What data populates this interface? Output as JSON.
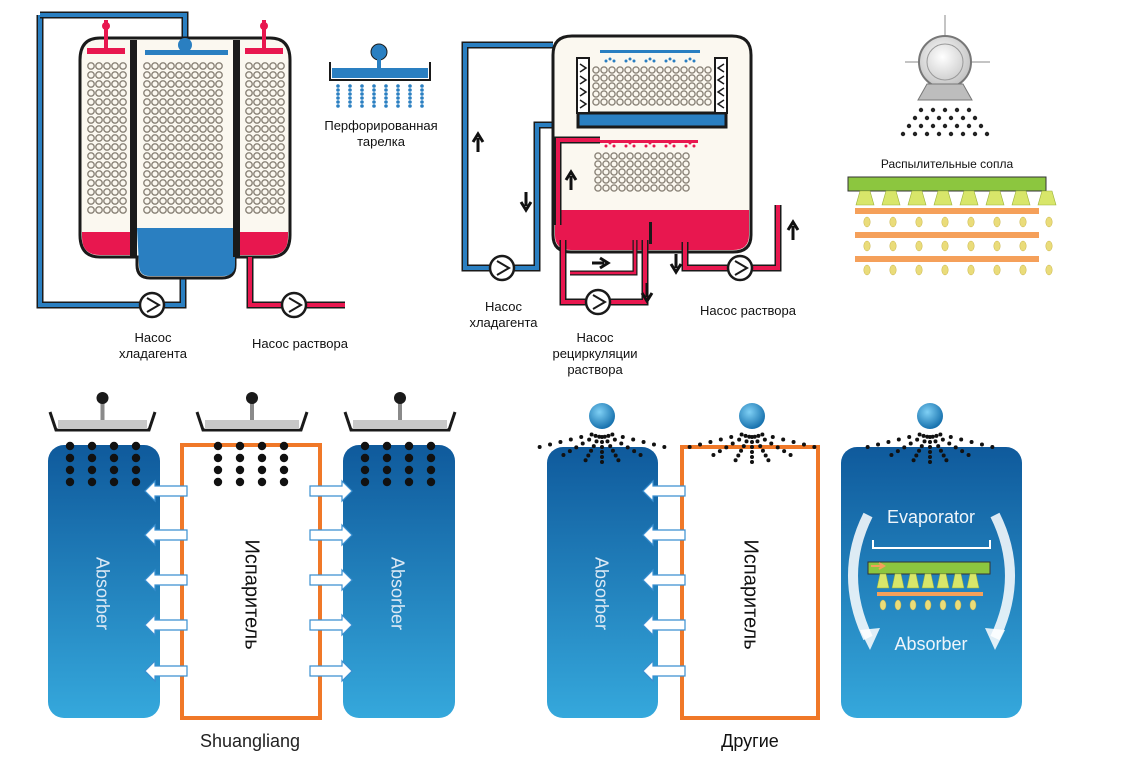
{
  "labels": {
    "perforated_plate": "Перфорированная тарелка",
    "spray_nozzles": "Распылительные сопла",
    "pump_refrigerant_left": "Насос хладагента",
    "pump_solution_left": "Насос раствора",
    "pump_refrigerant_mid": "Насос хладагента",
    "pump_recirculation": "Насос рециркуляции раствора",
    "pump_solution_mid": "Насос раствора",
    "absorber": "Absorber",
    "evaporator_ru": "Испаритель",
    "evaporator_en": "Evaporator",
    "caption_shuangliang": "Shuangliang",
    "caption_others": "Другие"
  },
  "colors": {
    "refrigerant_blue": "#2a7fc1",
    "solution_red": "#e8174f",
    "dark_line": "#1a1a1a",
    "absorber_blue": "#1668a8",
    "frame_orange": "#f07828",
    "tube_green": "#8cc63f",
    "drop_yellow": "#eadc7a",
    "bar_orange": "#f5a05a"
  }
}
